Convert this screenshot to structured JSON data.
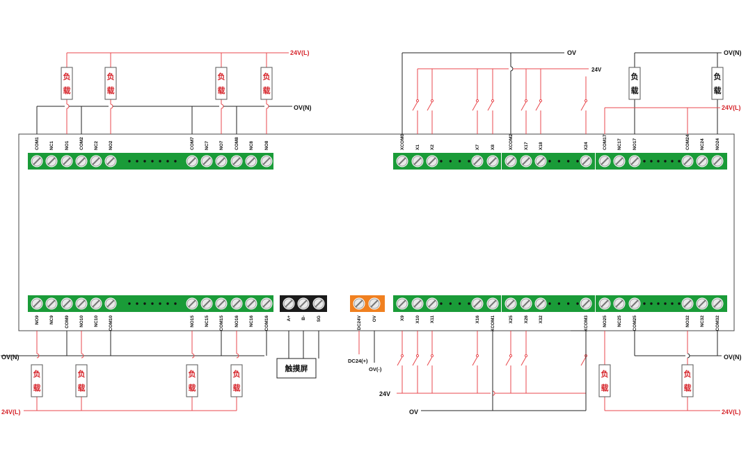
{
  "colors": {
    "terminal_green": "#1a9b38",
    "touch_block": "#1a1a1a",
    "power_block": "#f08020",
    "red_wire": "#e8474c",
    "black_wire": "#222222"
  },
  "rails": {
    "top_left_24v": "24V(L)",
    "top_left_0v": "OV(N)",
    "top_mid_0v": "OV",
    "top_mid_24v": "24V",
    "top_right_0v": "OV(N)",
    "top_right_24v": "24V(L)",
    "bot_left_0v": "OV(N)",
    "bot_left_24v": "24V(L)",
    "bot_mid_24v": "24V",
    "bot_mid_0v": "OV",
    "bot_right_0v": "OV(N)",
    "bot_right_24v": "24V(L)",
    "dc_plus": "DC24(+)",
    "dc_minus": "OV(-)"
  },
  "load": {
    "char1": "负",
    "char2": "载"
  },
  "touch_screen": "触摸屏",
  "top_pins": {
    "g1": [
      "COM1",
      "NC1",
      "NO1",
      "COM2",
      "NC2",
      "NO2"
    ],
    "g2": [
      "COM7",
      "NC7",
      "NO7",
      "COM8",
      "NC8",
      "NO8"
    ],
    "g3": [
      "XCOM0",
      "X1",
      "X2",
      "X7",
      "X8"
    ],
    "g4": [
      "XCOM2",
      "X17",
      "X18",
      "X24"
    ],
    "g5": [
      "COM17",
      "NC17",
      "NO17",
      "COM24",
      "NC24",
      "NO24"
    ]
  },
  "bottom_pins": {
    "g1": [
      "NO9",
      "NC9",
      "COM9",
      "NO10",
      "NC10",
      "COM10"
    ],
    "g2": [
      "NO15",
      "NC15",
      "COM15",
      "NO16",
      "NC16",
      "COM16"
    ],
    "g3": [
      "A+",
      "B-",
      "SG"
    ],
    "g4": [
      "DC24V",
      "OV"
    ],
    "g5": [
      "X9",
      "X10",
      "X11",
      "X16",
      "XCOM1"
    ],
    "g6": [
      "X25",
      "X26",
      "X32",
      "XCOM3"
    ],
    "g7": [
      "NO25",
      "NC25",
      "COM25",
      "NO32",
      "NC32",
      "COM32"
    ]
  }
}
